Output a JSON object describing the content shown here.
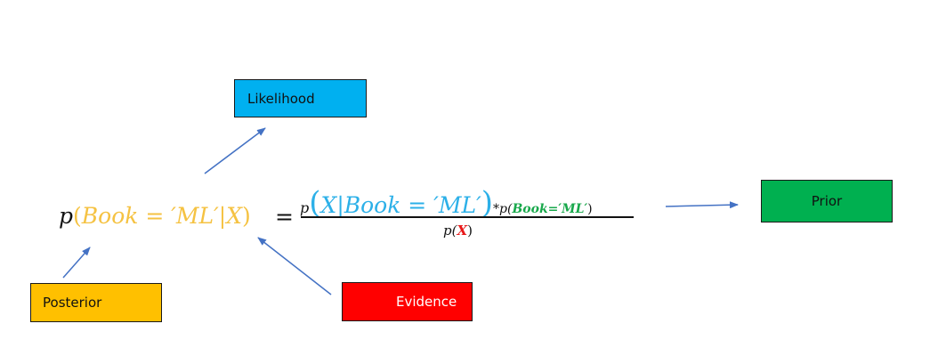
{
  "labels": {
    "likelihood": "Likelihood",
    "posterior": "Posterior",
    "evidence": "Evidence",
    "prior": "Prior"
  },
  "formula": {
    "lhs": {
      "p": "p",
      "open": "(",
      "body": "Book = ′ML′|X",
      "close": ")"
    },
    "equals": "=",
    "numerator": {
      "p": "p",
      "open": "(",
      "body": "X|Book = ′ML′",
      "close": ")",
      "times": "*",
      "prior_p": "p(",
      "prior_body": "Book=′ML′",
      "prior_close": ")"
    },
    "denominator": {
      "p": "p(",
      "x": "X",
      "close": ")"
    }
  },
  "colors": {
    "likelihood": "#00b0f0",
    "posterior": "#ffc000",
    "evidence": "#ff0000",
    "prior": "#00b050",
    "arrow": "#4472c4",
    "border": "#1a1a1a",
    "text": "#111111",
    "lhs_term": "#f5c242",
    "likelihood_term": "#2cb0e8",
    "prior_term": "#18a84b",
    "evidence_term": "#e8191a"
  }
}
